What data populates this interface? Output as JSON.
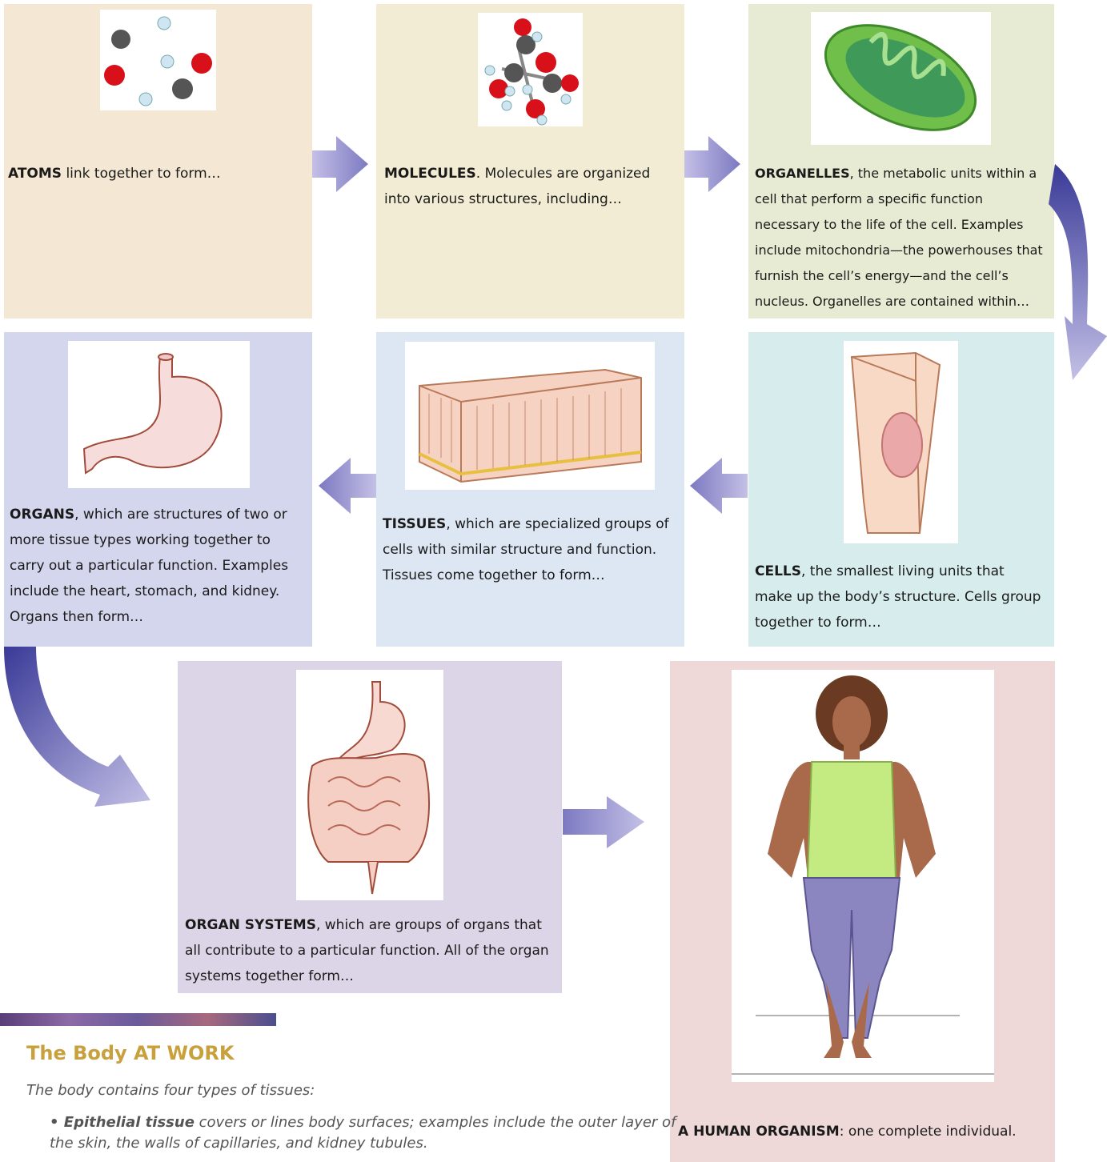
{
  "cards": {
    "atoms": {
      "term": "ATOMS",
      "rest": " link together to form…"
    },
    "molecules": {
      "term": "MOLECULES",
      "rest": ". Molecules are organized into various structures, including…"
    },
    "organelles": {
      "term": "ORGANELLES",
      "rest": ", the metabolic units within a cell that perform a specific function necessary to the life of the cell. Examples include mitochondria—the powerhouses that furnish the cell’s energy—and the cell’s nucleus. Organelles are contained within…"
    },
    "organs": {
      "term": "ORGANS",
      "rest": ", which are structures of two or more tissue types working together to carry out a particular function. Examples include the heart, stomach, and kidney. Organs then form…"
    },
    "tissues": {
      "term": "TISSUES",
      "rest": ", which are specialized groups of cells with similar structure and function. Tissues come together to form…"
    },
    "cells": {
      "term": "CELLS",
      "rest": ", the smallest living units that make up the body’s structure. Cells group together to form…"
    },
    "organ_systems": {
      "term": "ORGAN SYSTEMS",
      "rest": ", which are groups of organs that all contribute to a particular function. All of the organ systems together form…"
    },
    "organism": {
      "term": "A HUMAN ORGANISM",
      "rest": ": one complete individual."
    }
  },
  "body_at_work": {
    "title": "The Body AT WORK",
    "intro": "The body contains four types of tissues:",
    "bullet_term": "• Epithelial tissue",
    "bullet_rest": " covers or lines body surfaces; examples include the outer layer of the skin, the walls of capillaries, and kidney tubules."
  },
  "colors": {
    "atoms_bg": "#f4e7d3",
    "molecules_bg": "#f1ecd3",
    "organelles_bg": "#e7ebd3",
    "organs_bg": "#d3d6ec",
    "tissues_bg": "#dde7f3",
    "cells_bg": "#d7ecec",
    "organ_systems_bg": "#dcd5e7",
    "organism_bg": "#eed8d8",
    "arrow": "#7d79c2",
    "heading": "#c8a03c"
  }
}
